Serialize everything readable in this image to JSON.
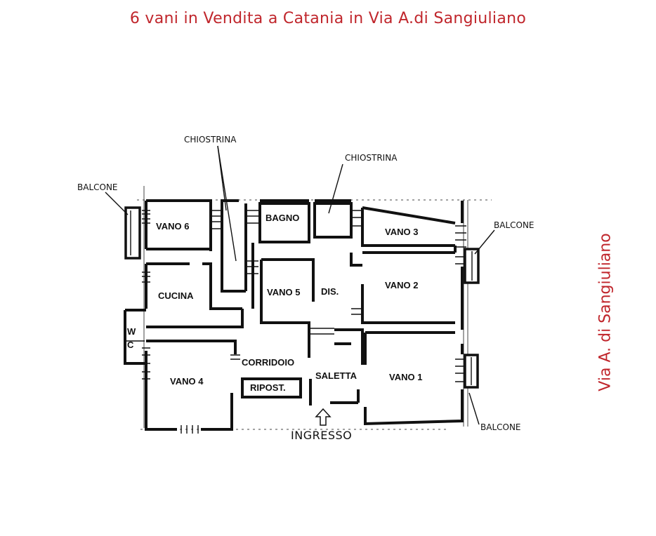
{
  "title": "6 vani in Vendita a Catania in Via A.di Sangiuliano",
  "street_label": "Via A. di Sangiuliano",
  "colors": {
    "title": "#c0262c",
    "lines": "#111111"
  },
  "rooms": {
    "vano6": "VANO 6",
    "bagno": "BAGNO",
    "vano3": "VANO 3",
    "cucina": "CUCINA",
    "vano5": "VANO 5",
    "dis": "DIS.",
    "vano2": "VANO 2",
    "wc_w": "W",
    "wc_c": "C",
    "corridoio": "CORRIDOIO",
    "vano4": "VANO 4",
    "ripost": "RIPOST.",
    "saletta": "SALETTA",
    "vano1": "VANO 1"
  },
  "annotations": {
    "chiostrina_left": "CHIOSTRINA",
    "chiostrina_right": "CHIOSTRINA",
    "balcone_left": "BALCONE",
    "balcone_right_top": "BALCONE",
    "balcone_right_bottom": "BALCONE",
    "ingresso": "INGRESSO"
  }
}
